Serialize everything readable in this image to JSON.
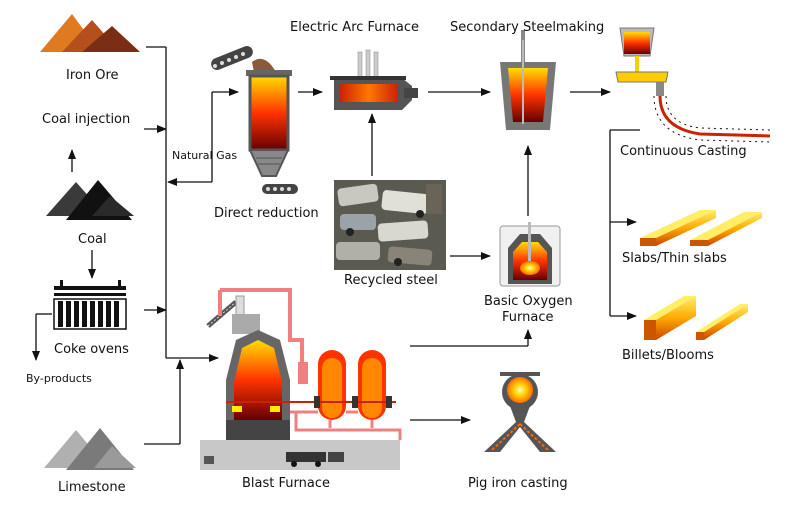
{
  "labels": {
    "iron_ore": "Iron Ore",
    "coal_injection": "Coal injection",
    "coal": "Coal",
    "coke_ovens": "Coke ovens",
    "by_products": "By-products",
    "limestone": "Limestone",
    "natural_gas": "Natural Gas",
    "direct_reduction": "Direct reduction",
    "electric_arc_furnace": "Electric Arc Furnace",
    "secondary_steelmaking": "Secondary Steelmaking",
    "continuous_casting": "Continuous Casting",
    "recycled_steel": "Recycled steel",
    "basic_oxygen_furnace_1": "Basic Oxygen",
    "basic_oxygen_furnace_2": "Furnace",
    "slabs": "Slabs/Thin slabs",
    "billets": "Billets/Blooms",
    "blast_furnace": "Blast Furnace",
    "pig_iron_casting": "Pig iron casting"
  },
  "colors": {
    "ore": "#d2691e",
    "ore_dark": "#8b3a1a",
    "coal": "#222222",
    "limestone": "#9a9a9a",
    "hot": "#ff3300",
    "molten": "#ffcc00",
    "furnace_body": "#555555",
    "pipe": "#f08080",
    "arrow": "#111111"
  }
}
